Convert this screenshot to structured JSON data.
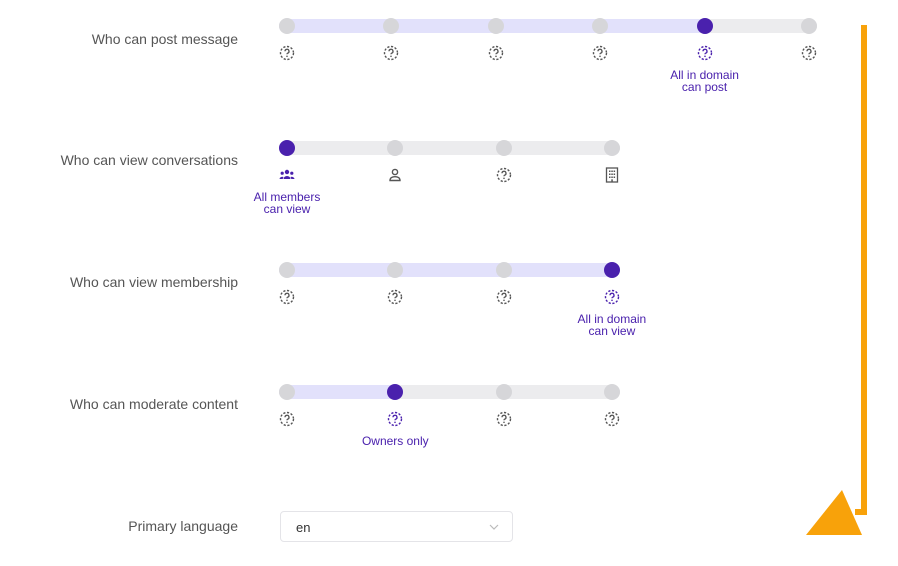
{
  "rows": [
    {
      "label": "Who can post message",
      "options": 6,
      "selected": 4,
      "captions": [
        "",
        "",
        "",
        "",
        "All in domain can post",
        ""
      ],
      "icons": [
        "help-circle",
        "help-circle",
        "help-circle",
        "help-circle",
        "help-circle",
        "help-circle"
      ]
    },
    {
      "label": "Who can view conversations",
      "options": 4,
      "selected": 0,
      "captions": [
        "All members can view",
        "",
        "",
        ""
      ],
      "icons": [
        "group",
        "person",
        "help-circle",
        "building"
      ]
    },
    {
      "label": "Who can view membership",
      "options": 4,
      "selected": 3,
      "captions": [
        "",
        "",
        "",
        "All in domain can view"
      ],
      "icons": [
        "help-circle",
        "help-circle",
        "help-circle",
        "help-circle"
      ]
    },
    {
      "label": "Who can moderate content",
      "options": 4,
      "selected": 1,
      "captions": [
        "",
        "Owners only",
        "",
        ""
      ],
      "icons": [
        "help-circle",
        "help-circle",
        "help-circle",
        "help-circle"
      ]
    }
  ],
  "language": {
    "label": "Primary language",
    "value": "en"
  },
  "colors": {
    "accent": "#4a21ad",
    "fill": "#e2e1fb",
    "track": "#ececee",
    "inactive_dot": "#d6d6d9",
    "annotation_arrow": "#f8a20a"
  }
}
